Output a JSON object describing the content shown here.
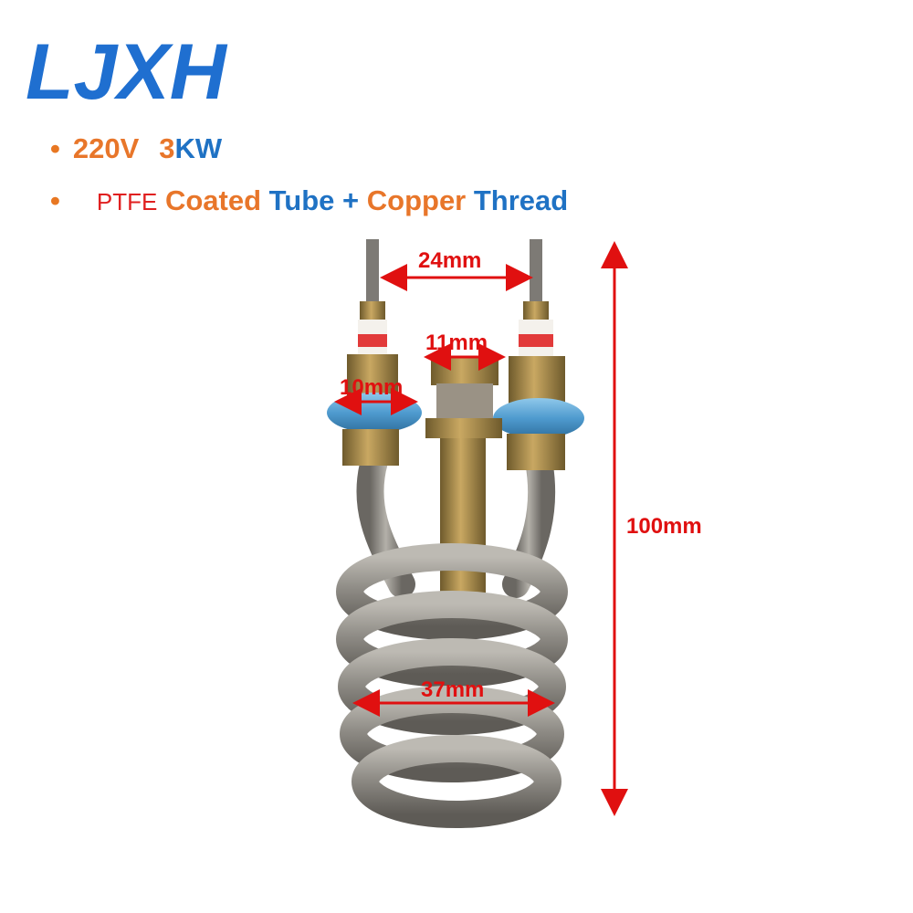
{
  "brand": {
    "logo": "LJXH",
    "color": "#1f6fd0"
  },
  "specs": {
    "bullet": "•",
    "line1": {
      "voltage": "220V",
      "power_num": "3",
      "power_unit": "KW"
    },
    "line2": {
      "ptfe": "PTFE",
      "coated": "Coated",
      "tube": "Tube",
      "plus": "+",
      "copper": "Copper",
      "thread": "Thread"
    }
  },
  "dimensions": {
    "terminal_spacing": "24mm",
    "center_thread": "11mm",
    "terminal_thread": "10mm",
    "coil_diameter": "37mm",
    "height": "100mm"
  },
  "colors": {
    "orange": "#e8762a",
    "blue": "#1f72c4",
    "dimension_red": "#e01010",
    "steel": "#8f8c86",
    "brass": "#a88a4a",
    "seal_blue": "#5fa8d6"
  }
}
